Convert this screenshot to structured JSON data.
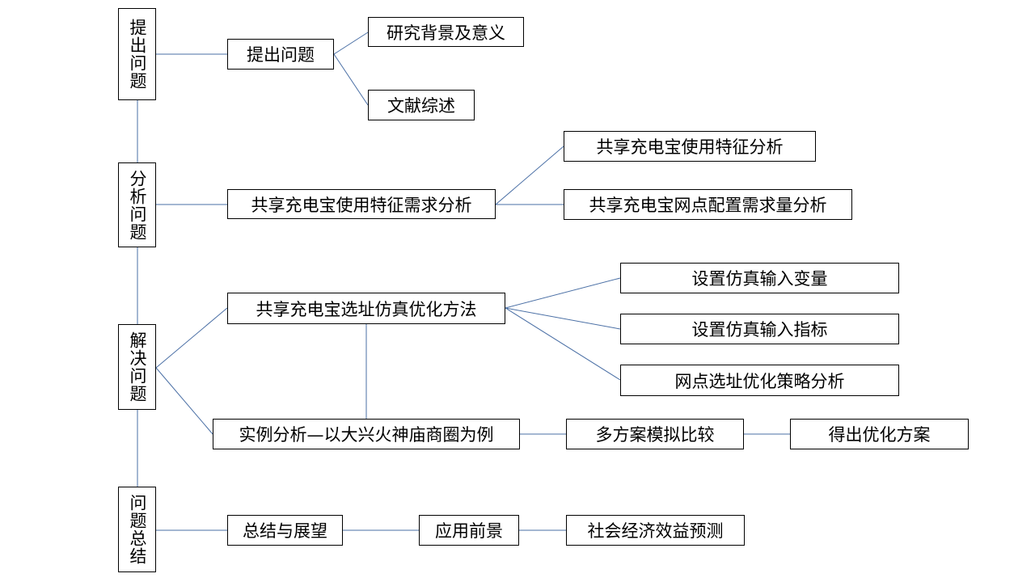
{
  "stages": [
    {
      "label": "提出问题"
    },
    {
      "label": "分析问题"
    },
    {
      "label": "解决问题"
    },
    {
      "label": "问题总结"
    }
  ],
  "nodes": {
    "raise_problem": "提出问题",
    "background": "研究背景及意义",
    "literature": "文献综述",
    "demand_analysis": "共享充电宝使用特征需求分析",
    "usage_features": "共享充电宝使用特征分析",
    "site_demand": "共享充电宝网点配置需求量分析",
    "sim_method": "共享充电宝选址仿真优化方法",
    "input_vars": "设置仿真输入变量",
    "input_indicators": "设置仿真输入指标",
    "strategy": "网点选址优化策略分析",
    "case_study": "实例分析—以大兴火神庙商圈为例",
    "multi_scheme": "多方案模拟比较",
    "optimal_plan": "得出优化方案",
    "summary": "总结与展望",
    "prospect": "应用前景",
    "benefit": "社会经济效益预测"
  },
  "style": {
    "line_color": "#4a6fa5",
    "border_color": "#000000"
  }
}
